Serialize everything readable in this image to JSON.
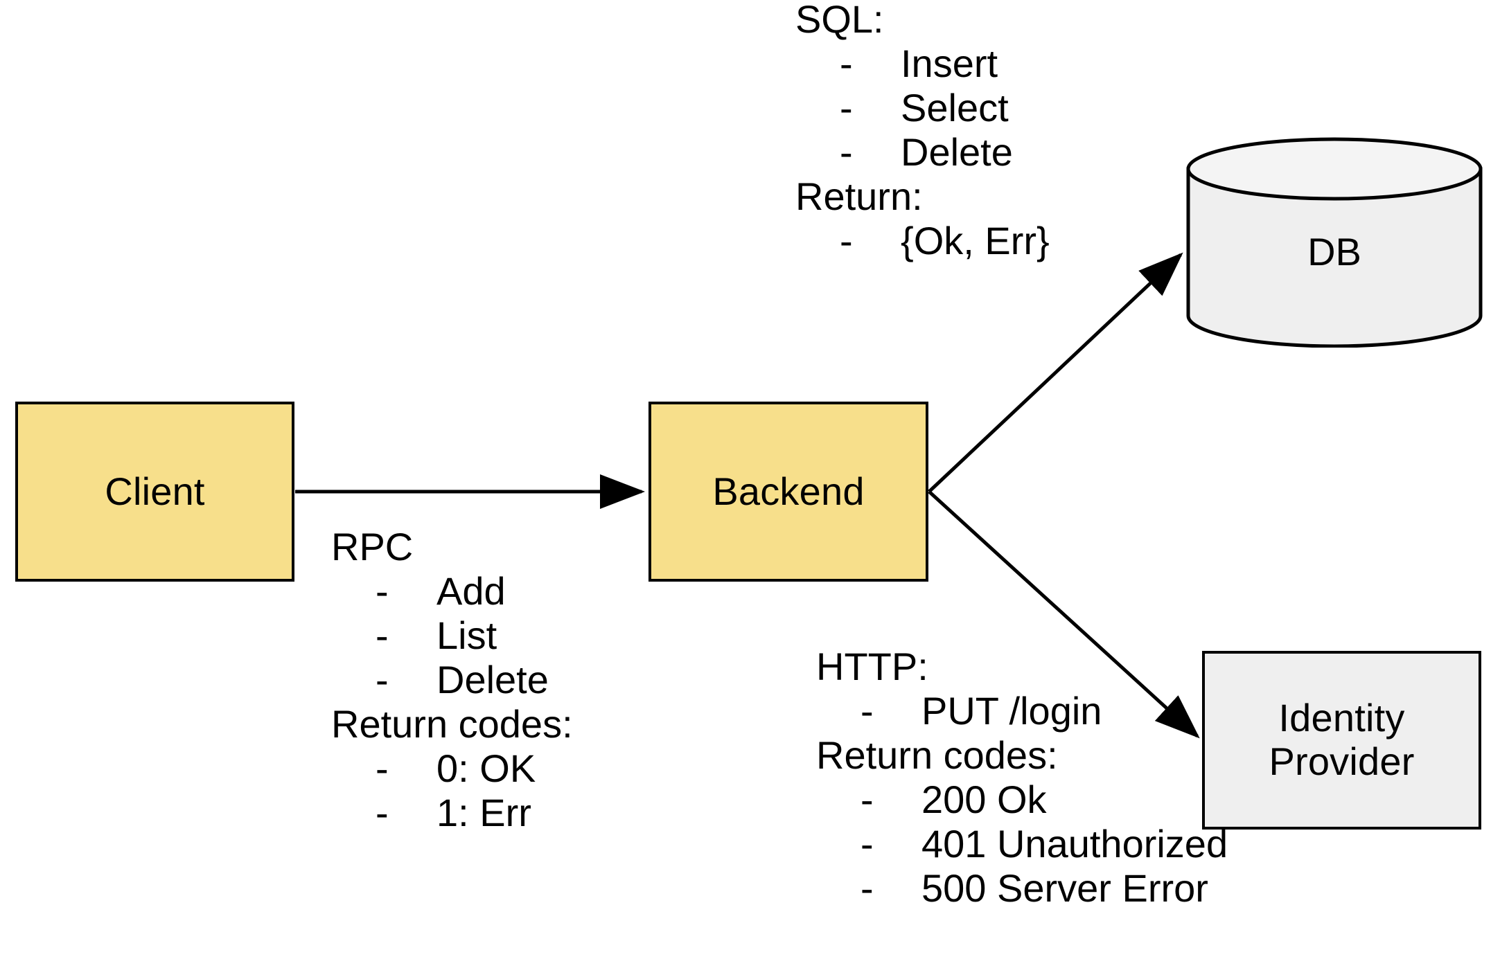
{
  "diagram": {
    "title": "Client / Backend / DB / Identity Provider architecture",
    "colors": {
      "process_fill": "#F7DF8B",
      "external_fill": "#EFEFEF",
      "stroke": "#000000",
      "background": "#FFFFFF"
    }
  },
  "nodes": {
    "client": {
      "label": "Client",
      "type": "process"
    },
    "backend": {
      "label": "Backend",
      "type": "process"
    },
    "db": {
      "label": "DB",
      "type": "datastore"
    },
    "idp": {
      "label": "Identity\nProvider",
      "line1": "Identity",
      "line2": "Provider",
      "type": "external"
    }
  },
  "edges": [
    {
      "from": "client",
      "to": "backend",
      "protocol": "RPC"
    },
    {
      "from": "backend",
      "to": "db",
      "protocol": "SQL"
    },
    {
      "from": "backend",
      "to": "idp",
      "protocol": "HTTP"
    }
  ],
  "annotations": {
    "rpc": {
      "heading": "RPC",
      "bullet": "-",
      "operations": [
        "Add",
        "List",
        "Delete"
      ],
      "returns_heading": "Return codes:",
      "returns": [
        "0: OK",
        "1: Err"
      ]
    },
    "sql": {
      "heading": "SQL:",
      "bullet": "-",
      "operations": [
        "Insert",
        "Select",
        "Delete"
      ],
      "returns_heading": "Return:",
      "returns": [
        "{Ok, Err}"
      ]
    },
    "http": {
      "heading": "HTTP:",
      "bullet": "-",
      "operations": [
        "PUT /login"
      ],
      "returns_heading": "Return codes:",
      "returns": [
        "200 Ok",
        "401 Unauthorized",
        "500 Server Error"
      ]
    }
  }
}
